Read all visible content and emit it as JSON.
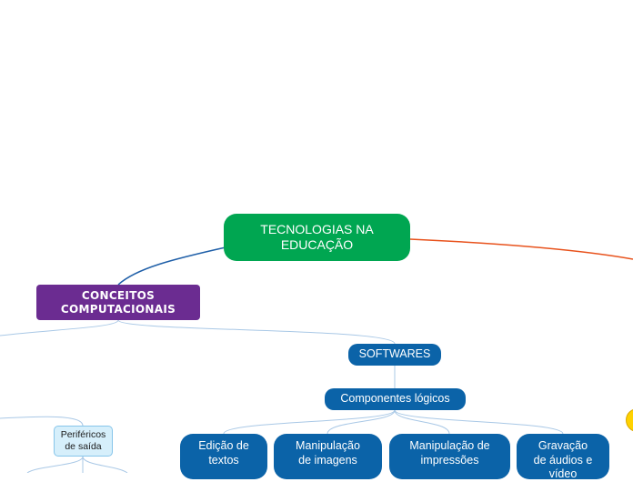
{
  "map": {
    "central": "TECNOLOGIAS NA EDUCAÇÃO",
    "conceitos": "CONCEITOS COMPUTACIONAIS",
    "softwares": "SOFTWARES",
    "componentes": "Componentes lógicos",
    "perifericos": "Periféricos\nde saída",
    "leaves": [
      "Edição de\ntextos",
      "Manipulação\nde imagens",
      "Manipulação de\nimpressões",
      "Gravação\nde áudios e\nvídeo"
    ]
  },
  "colors": {
    "central": "#00a651",
    "conceitos": "#6b2c91",
    "software_nodes": "#0b63a8",
    "connector_left": "#1f5fa8",
    "connector_right": "#e8521c",
    "thin_connector": "#a9c8e6",
    "perifericos_fill": "#d6effb",
    "offscreen_topic_dot": "#ffd200"
  }
}
